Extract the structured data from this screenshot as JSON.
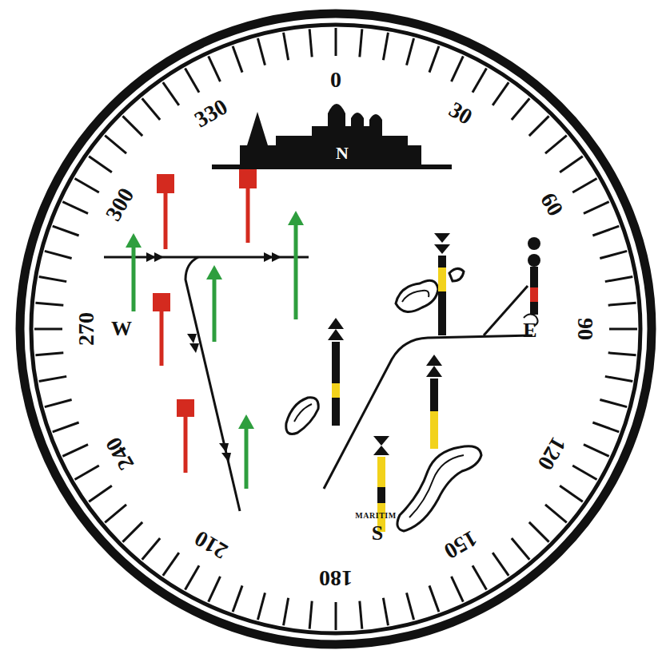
{
  "diagram": {
    "nodes": [
      {
        "text": [
          "N"
        ]
      }
    ],
    "labels": [
      "0",
      "30",
      "60",
      "90",
      "120",
      "150",
      "180",
      "210",
      "240",
      "270",
      "300",
      "330",
      "W",
      "E",
      "S",
      "MARITIM"
    ]
  }
}
